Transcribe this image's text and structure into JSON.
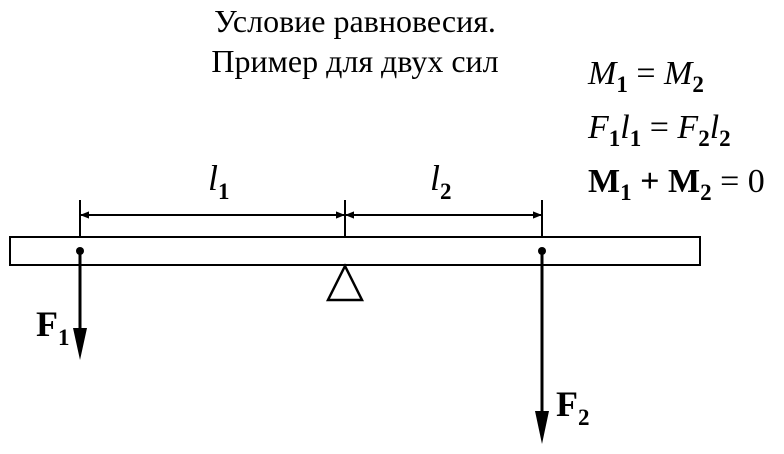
{
  "title": {
    "line1": "Условие равновесия.",
    "line2": "Пример для двух сил"
  },
  "formulas": {
    "moments_equal": {
      "m1": "M",
      "m1_sub": "1",
      "eq": " = ",
      "m2": "M",
      "m2_sub": "2"
    },
    "force_arm": {
      "f1": "F",
      "f1_sub": "1",
      "l1": "l",
      "l1_sub": "1",
      "eq": " = ",
      "f2": "F",
      "f2_sub": "2",
      "l2": "l",
      "l2_sub": "2"
    },
    "vector_sum": {
      "m1": "M",
      "m1_sub": "1",
      "plus": " + ",
      "m2": "M",
      "m2_sub": "2",
      "rhs": " = 0"
    }
  },
  "dimensions": {
    "arm1": {
      "letter": "l",
      "sub": "1"
    },
    "arm2": {
      "letter": "l",
      "sub": "2"
    }
  },
  "forces": {
    "f1": {
      "letter": "F",
      "sub": "1"
    },
    "f2": {
      "letter": "F",
      "sub": "2"
    }
  }
}
